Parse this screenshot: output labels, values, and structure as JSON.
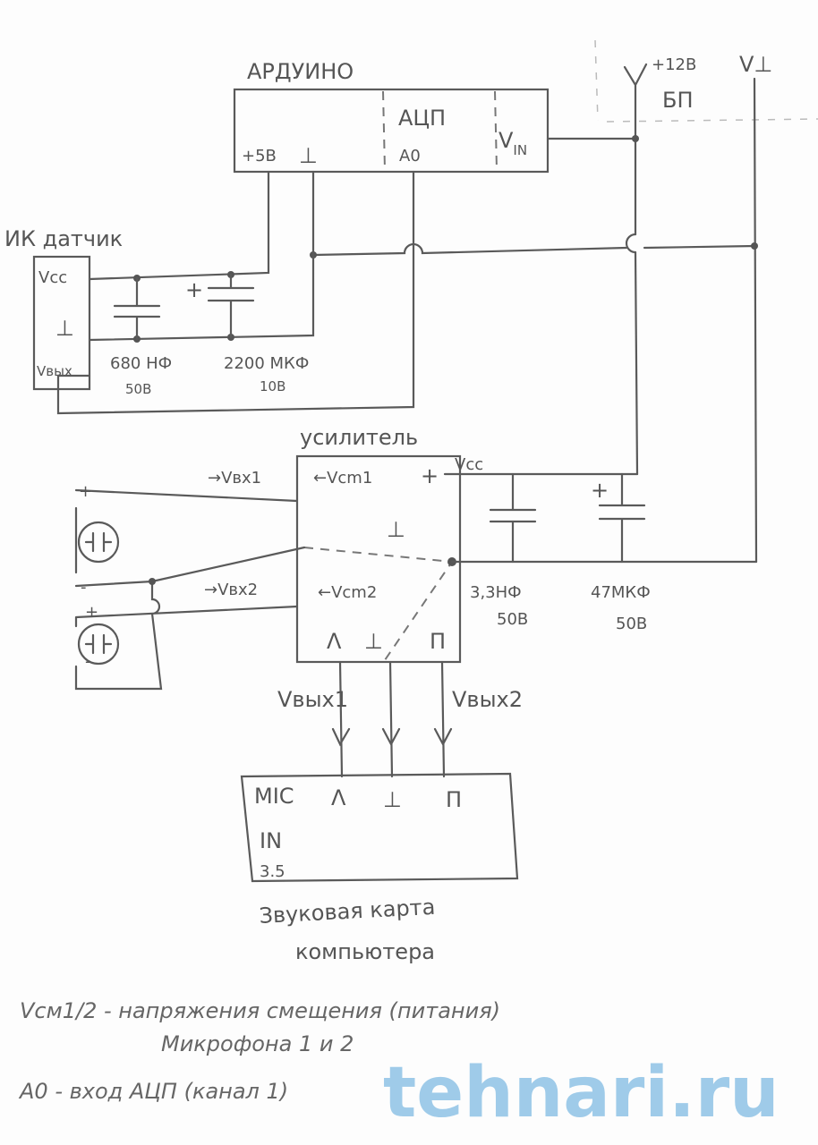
{
  "arduino": {
    "title": "АРДУИНО",
    "pin_5v": "+5В",
    "pin_gnd": "⊥",
    "adc": "АЦП",
    "pin_a0": "A0",
    "pin_vin": "V",
    "pin_vin_sub": "IN"
  },
  "psu": {
    "v12": "+12В",
    "label": "БП",
    "gnd": "V⊥"
  },
  "sensor": {
    "title": "ИК датчик",
    "vcc": "Vcc",
    "gnd": "⊥",
    "vout": "Vвых"
  },
  "caps": [
    {
      "value": "680 НФ",
      "voltage": "50В"
    },
    {
      "value": "2200 МКФ",
      "voltage": "10В",
      "polarity": "+"
    },
    {
      "value": "3,3НФ",
      "voltage": "50В"
    },
    {
      "value": "47МКФ",
      "voltage": "50В",
      "polarity": "+"
    }
  ],
  "amp": {
    "title": "усилитель",
    "vcc": "Vcc",
    "vin1": "→Vвх1",
    "vin2": "→Vвх2",
    "vcm1": "←Vcm1",
    "vcm2": "←Vcm2",
    "plus": "+",
    "gnd": "⊥",
    "left": "Λ",
    "right": "П",
    "vout1": "Vвых1",
    "vout2": "Vвых2"
  },
  "mics": [
    {
      "plus": "+",
      "minus": "-"
    },
    {
      "plus": "+",
      "minus": "-"
    }
  ],
  "soundcard": {
    "mic": "MIC",
    "in": "IN",
    "jack": "3.5",
    "left": "Λ",
    "gnd": "⊥",
    "right": "П",
    "caption1": "Звуковая карта",
    "caption2": "компьютера"
  },
  "notes": {
    "line1": "Vсм1/2 - напряжения смещения (питания)",
    "line2": "Микрофона 1 и 2",
    "line3": "A0 - вход АЦП (канал 1)"
  },
  "watermark": "tehnari.ru"
}
